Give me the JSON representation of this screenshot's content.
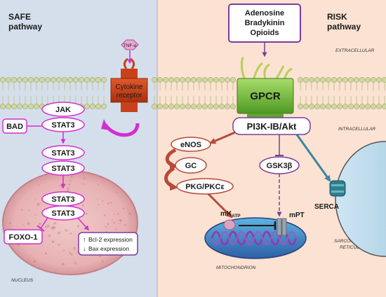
{
  "panels": {
    "safe_title_line1": "SAFE",
    "safe_title_line2": "pathway",
    "risk_title_line1": "RISK",
    "risk_title_line2": "pathway"
  },
  "compartments": {
    "extracellular": "EXTRACELLULAR",
    "intracellular": "INTRACELLULAR",
    "sarcoplasmic_line1": "SARCOPLASMIC",
    "sarcoplasmic_line2": "RETICULUM",
    "mitochondrion": "MITOCHONDRION",
    "nucleus": "NUCLEUS"
  },
  "ligands": {
    "line1": "Adenosine",
    "line2": "Bradykinin",
    "line3": "Opioids"
  },
  "tnf": "TNF-α",
  "receptors": {
    "cytokine_line1": "Cytokine",
    "cytokine_line2": "receptor",
    "gpcr": "GPCR"
  },
  "safe_nodes": {
    "jak": "JAK",
    "stat3": "STAT3",
    "bad": "BAD",
    "foxo": "FOXO-1",
    "bcl2": "Bcl-2 expression",
    "bax": "Bax expression"
  },
  "risk_nodes": {
    "pi3k": "PI3K-IB/Akt",
    "enos": "eNOS",
    "gc": "GC",
    "pkg": "PKG/PKCε",
    "gsk": "GSK3β",
    "mk_main": "mK",
    "mk_sub": "ATP",
    "mpt": "mPT",
    "serca": "SERCA"
  },
  "colors": {
    "safe_bg": "#d5dfec",
    "risk_bg": "#fbe2d2",
    "magenta": "#d12fd1",
    "purple": "#7a3d9e",
    "brown_arrow": "#b84a3a",
    "teal_arrow": "#3f84a0",
    "membrane_head": "#cfd8a0",
    "receptor_red": "#c9401c",
    "gpcr_green": "#7cbf3f"
  }
}
